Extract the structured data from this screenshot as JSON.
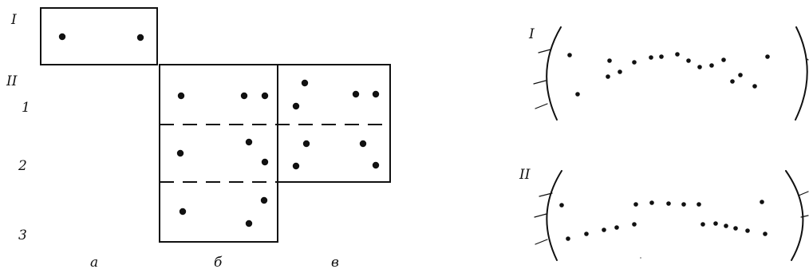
{
  "row_labels": {
    "I": "I",
    "II": "II",
    "r1": "1",
    "r2": "2",
    "r3": "3"
  },
  "column_labels": {
    "a": "а",
    "b": "б",
    "v": "в"
  },
  "right_labels": {
    "I": "I",
    "II": "II"
  },
  "colors": {
    "ink": "#111111",
    "background": "#ffffff"
  }
}
